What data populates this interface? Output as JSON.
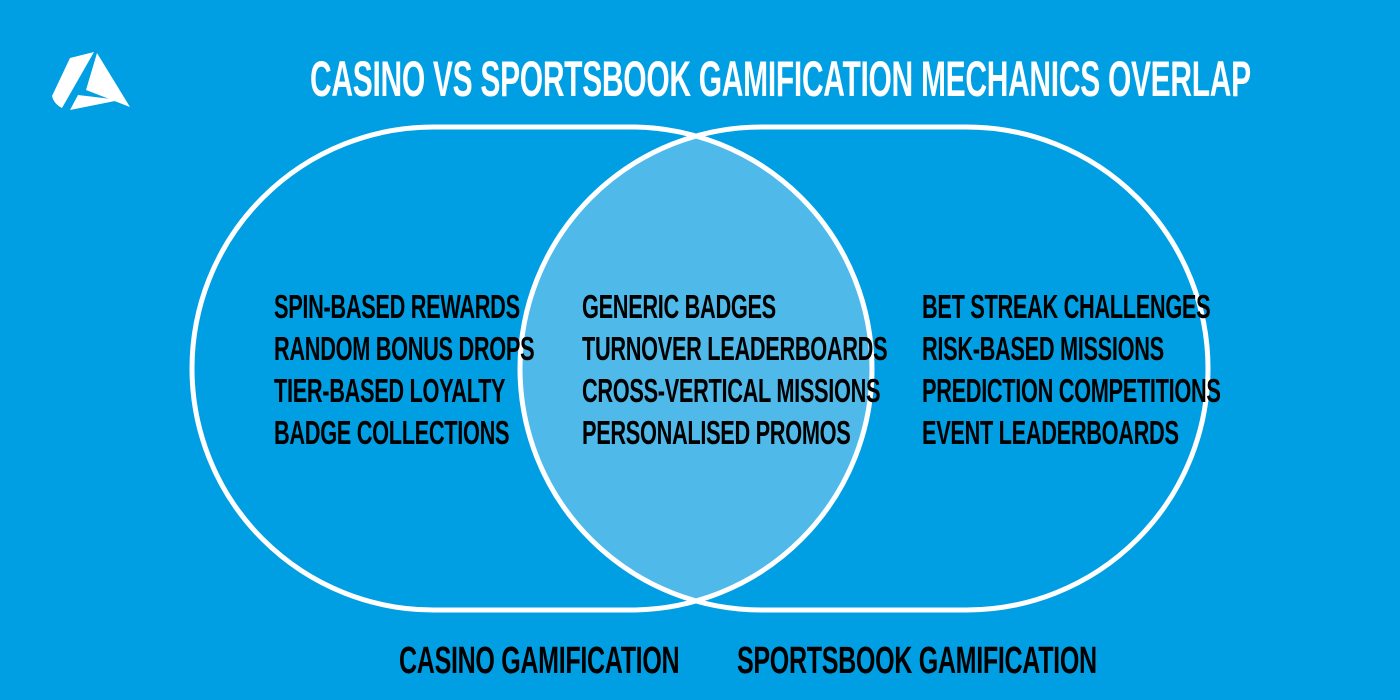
{
  "title": "Casino vs Sportsbook Gamification Mechanics Overlap",
  "logo": "brand-logo",
  "colors": {
    "background": "#009fe3",
    "overlap": "#4fb9ea",
    "outline": "#ffffff"
  },
  "casino": {
    "label": "Casino Gamification",
    "items": [
      "Spin-based rewards",
      "Random bonus drops",
      "Tier-based loyalty",
      "Badge collections"
    ]
  },
  "overlap": {
    "items": [
      "Generic badges",
      "Turnover leaderboards",
      "Cross-vertical missions",
      "Personalised promos"
    ]
  },
  "sportsbook": {
    "label": "Sportsbook Gamification",
    "items": [
      "Bet streak challenges",
      "Risk-based missions",
      "Prediction competitions",
      "Event leaderboards"
    ]
  }
}
